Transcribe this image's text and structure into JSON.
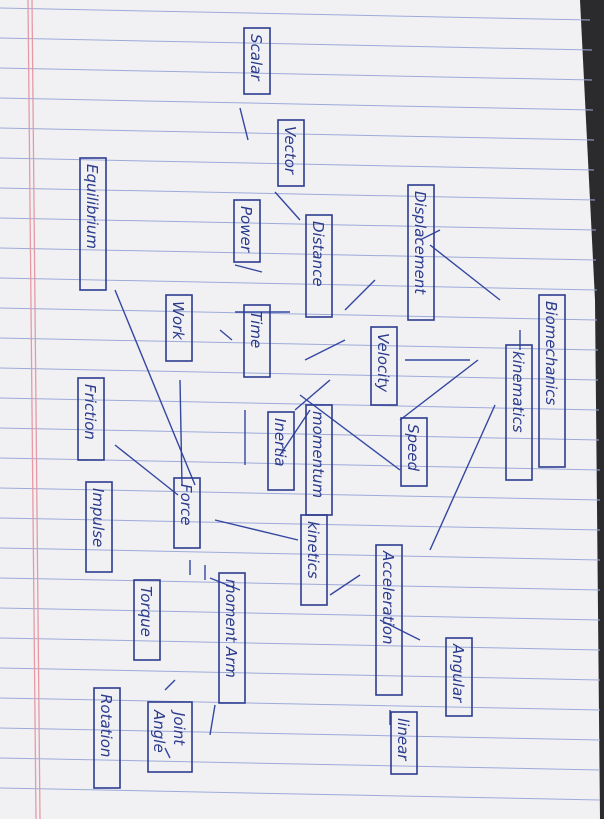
{
  "paper": {
    "color": "#f4f4f6",
    "line_color": "#9aa7d6",
    "margin_color": "#e69aa4"
  },
  "ink_color": "#2a3a8c",
  "nodes": {
    "biomechanics": "Biomechanics",
    "kinematics": "kinematics",
    "speed": "Speed",
    "velocity": "Velocity",
    "displacement": "Displacement",
    "distance": "Distance",
    "vector": "Vector",
    "scalar": "Scalar",
    "time": "Time",
    "power": "Power",
    "work": "Work",
    "momentum": "momentum",
    "inertia": "Inertia",
    "kinetics": "kinetics",
    "acceleration": "Acceleration",
    "angular": "Angular",
    "linear": "linear",
    "force": "Force",
    "friction": "Friction",
    "impulse": "Impulse",
    "equilibrium": "Equilibrium",
    "torque": "Torque",
    "moment_arm": "moment Arm",
    "rotation": "Rotation",
    "joint": "Joint",
    "angle": "Angle"
  }
}
